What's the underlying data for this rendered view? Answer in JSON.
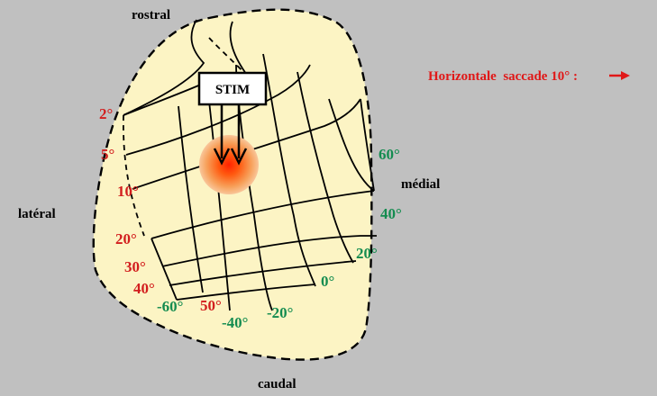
{
  "orientation": {
    "rostral": "rostral",
    "caudal": "caudal",
    "lateral": "latéral",
    "medial": "médial"
  },
  "stim_label": "STIM",
  "saccade_label": "Horizontale  saccade 10° :",
  "amplitude_labels": [
    "2°",
    "5°",
    "10°",
    "20°",
    "30°",
    "40°",
    "50°"
  ],
  "direction_labels": [
    "60°",
    "40°",
    "20°",
    "0°",
    "-20°",
    "-40°",
    "-60°"
  ],
  "colors": {
    "background": "#c0c0c0",
    "map_fill": "#fcf4c4",
    "amplitude_text": "#d21e1e",
    "direction_text": "#148c50",
    "saccade_text": "#e01818",
    "stim_center": "#ff2a00",
    "stim_edge": "#f7a860"
  }
}
